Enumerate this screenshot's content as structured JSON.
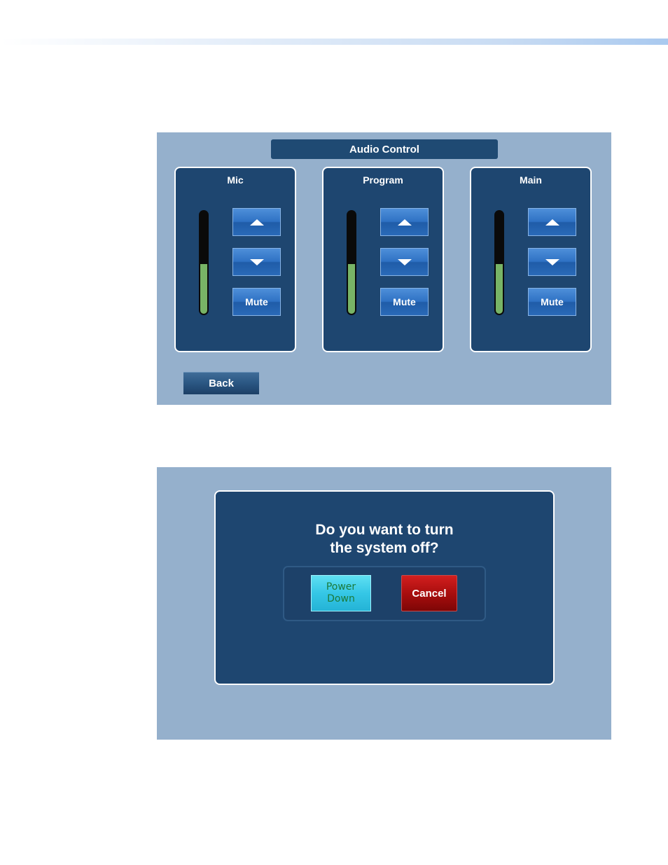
{
  "audio_control": {
    "title": "Audio Control",
    "channels": [
      {
        "name": "Mic",
        "level": 0.5,
        "up_icon": "triangle-up-icon",
        "down_icon": "triangle-down-icon",
        "mute_label": "Mute"
      },
      {
        "name": "Program",
        "level": 0.5,
        "up_icon": "triangle-up-icon",
        "down_icon": "triangle-down-icon",
        "mute_label": "Mute"
      },
      {
        "name": "Main",
        "level": 0.5,
        "up_icon": "triangle-up-icon",
        "down_icon": "triangle-down-icon",
        "mute_label": "Mute"
      }
    ],
    "back_label": "Back"
  },
  "power_dialog": {
    "question_line1": "Do you want to turn",
    "question_line2": "the system off?",
    "power_down_line1": "Power",
    "power_down_line2": "Down",
    "cancel_label": "Cancel"
  },
  "colors": {
    "screen_background": "#95b0cc",
    "panel": "#1e4670",
    "level_fill": "#78b466",
    "button_blue": "#2f72c4",
    "power_down": "#35c7e6",
    "cancel": "#a90e0e"
  }
}
